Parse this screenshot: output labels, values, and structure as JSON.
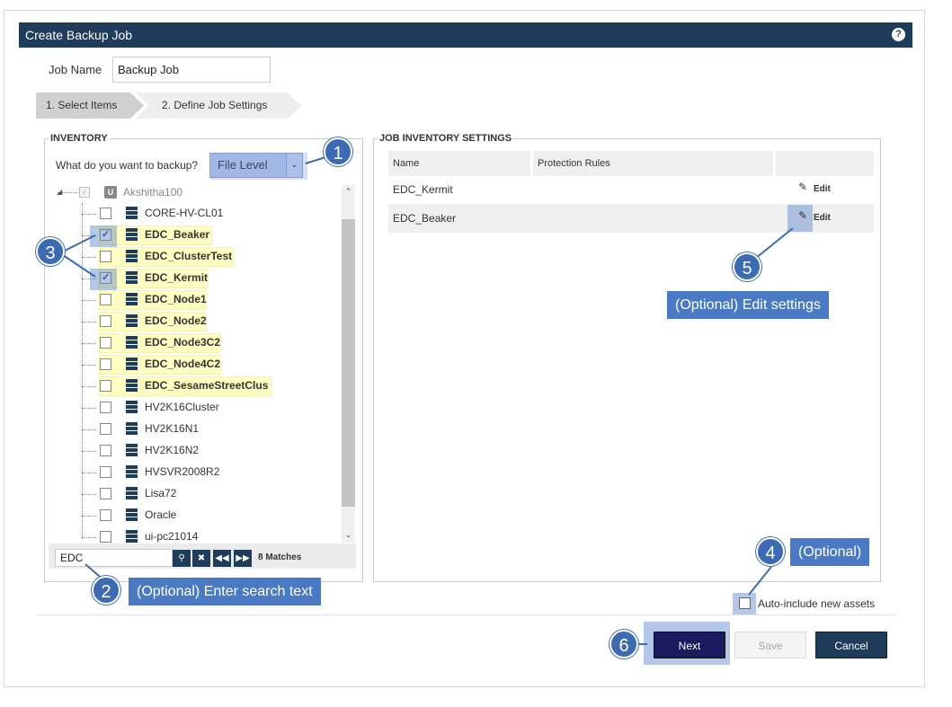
{
  "dialog": {
    "title": "Create Backup Job",
    "help_icon": "question-circle-icon",
    "job_name_label": "Job Name",
    "job_name_value": "Backup Job"
  },
  "steps": [
    {
      "label": "1. Select Items",
      "active": true
    },
    {
      "label": "2. Define Job Settings",
      "active": false
    }
  ],
  "inventory": {
    "legend": "INVENTORY",
    "question": "What do you want to backup?",
    "select_value": "File Level",
    "root": "Akshitha100",
    "items": [
      {
        "name": "CORE-HV-CL01",
        "checked": false,
        "match": false
      },
      {
        "name": "EDC_Beaker",
        "checked": true,
        "match": true
      },
      {
        "name": "EDC_ClusterTest",
        "checked": false,
        "match": true
      },
      {
        "name": "EDC_Kermit",
        "checked": true,
        "match": true
      },
      {
        "name": "EDC_Node1",
        "checked": false,
        "match": true
      },
      {
        "name": "EDC_Node2",
        "checked": false,
        "match": true
      },
      {
        "name": "EDC_Node3C2",
        "checked": false,
        "match": true
      },
      {
        "name": "EDC_Node4C2",
        "checked": false,
        "match": true
      },
      {
        "name": "EDC_SesameStreetClus",
        "checked": false,
        "match": true
      },
      {
        "name": "HV2K16Cluster",
        "checked": false,
        "match": false
      },
      {
        "name": "HV2K16N1",
        "checked": false,
        "match": false
      },
      {
        "name": "HV2K16N2",
        "checked": false,
        "match": false
      },
      {
        "name": "HVSVR2008R2",
        "checked": false,
        "match": false
      },
      {
        "name": "Lisa72",
        "checked": false,
        "match": false
      },
      {
        "name": "Oracle",
        "checked": false,
        "match": false
      },
      {
        "name": "ui-pc21014",
        "checked": false,
        "match": false
      }
    ],
    "search_value": "EDC",
    "matches": "8 Matches"
  },
  "job_settings": {
    "legend": "JOB INVENTORY SETTINGS",
    "col_name": "Name",
    "col_rules": "Protection Rules",
    "rows": [
      {
        "name": "EDC_Kermit",
        "edit": "Edit"
      },
      {
        "name": "EDC_Beaker",
        "edit": "Edit"
      }
    ],
    "auto_include_label": "Auto-include new assets"
  },
  "buttons": {
    "next": "Next",
    "save": "Save",
    "cancel": "Cancel"
  },
  "callouts": {
    "c1": "1",
    "c2": "2",
    "c3": "3",
    "c4": "4",
    "c5": "5",
    "c6": "6",
    "box2": "(Optional) Enter search text",
    "box4": "(Optional)",
    "box5": "(Optional) Edit settings"
  },
  "colors": {
    "header": "#1f3c5a",
    "callout": "#3d6bb3",
    "match_highlight": "#ffffc2",
    "next_button": "#1a1a5e"
  }
}
